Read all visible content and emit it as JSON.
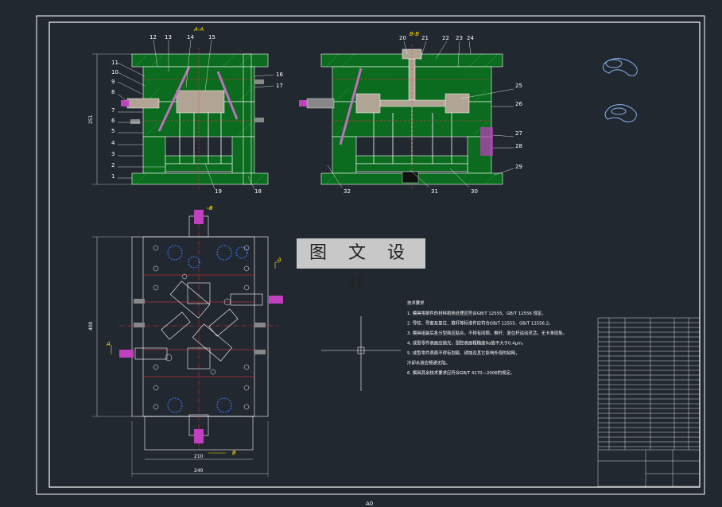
{
  "watermark": "图 文 设 计",
  "sheet_size": "A0",
  "views": {
    "section_aa": "A-A",
    "section_bb": "B-B",
    "arrow_a": "A",
    "arrow_b": "B"
  },
  "dims": {
    "height_left": "251",
    "height_plan": "400",
    "width_inner": "210",
    "width_outer": "240"
  },
  "left_callouts": [
    "11",
    "10",
    "9",
    "8",
    "7",
    "6",
    "5",
    "4",
    "3",
    "2",
    "1"
  ],
  "top_left_callouts": [
    "12",
    "13",
    "14",
    "15"
  ],
  "right_left_callouts": [
    "16",
    "17"
  ],
  "bottom_left_callouts": [
    "19",
    "18"
  ],
  "top_right_callouts": [
    "20",
    "21",
    "22",
    "23",
    "24"
  ],
  "right_callouts": [
    "25",
    "26",
    "27",
    "28",
    "29"
  ],
  "bottom_right_callouts": [
    "32",
    "31",
    "30"
  ],
  "tech_notes": {
    "title": "技术要求",
    "lines": [
      "1. 模具零部件的材料和热处理应符合GB/T 12555、GB/T 12556 规定。",
      "2. 导柱、导套及复位、推杆等标准件应符合GB/T 12555、GB/T 12556.2。",
      "3. 模具组装后各分型面应贴合，不得有间隙，推杆、复位杆运动灵活，无卡滞现象。",
      "4. 成型零件表面应抛光，型腔表面粗糙度Ra值不大于0.4μm。",
      "5. 成型零件表面不得有划痕、锈蚀及其它影响外观的缺陷，",
      "   冷却水道应畅通无阻。",
      "6. 模具其余技术要求应符合GB/T 4170—2006的规定。"
    ]
  }
}
